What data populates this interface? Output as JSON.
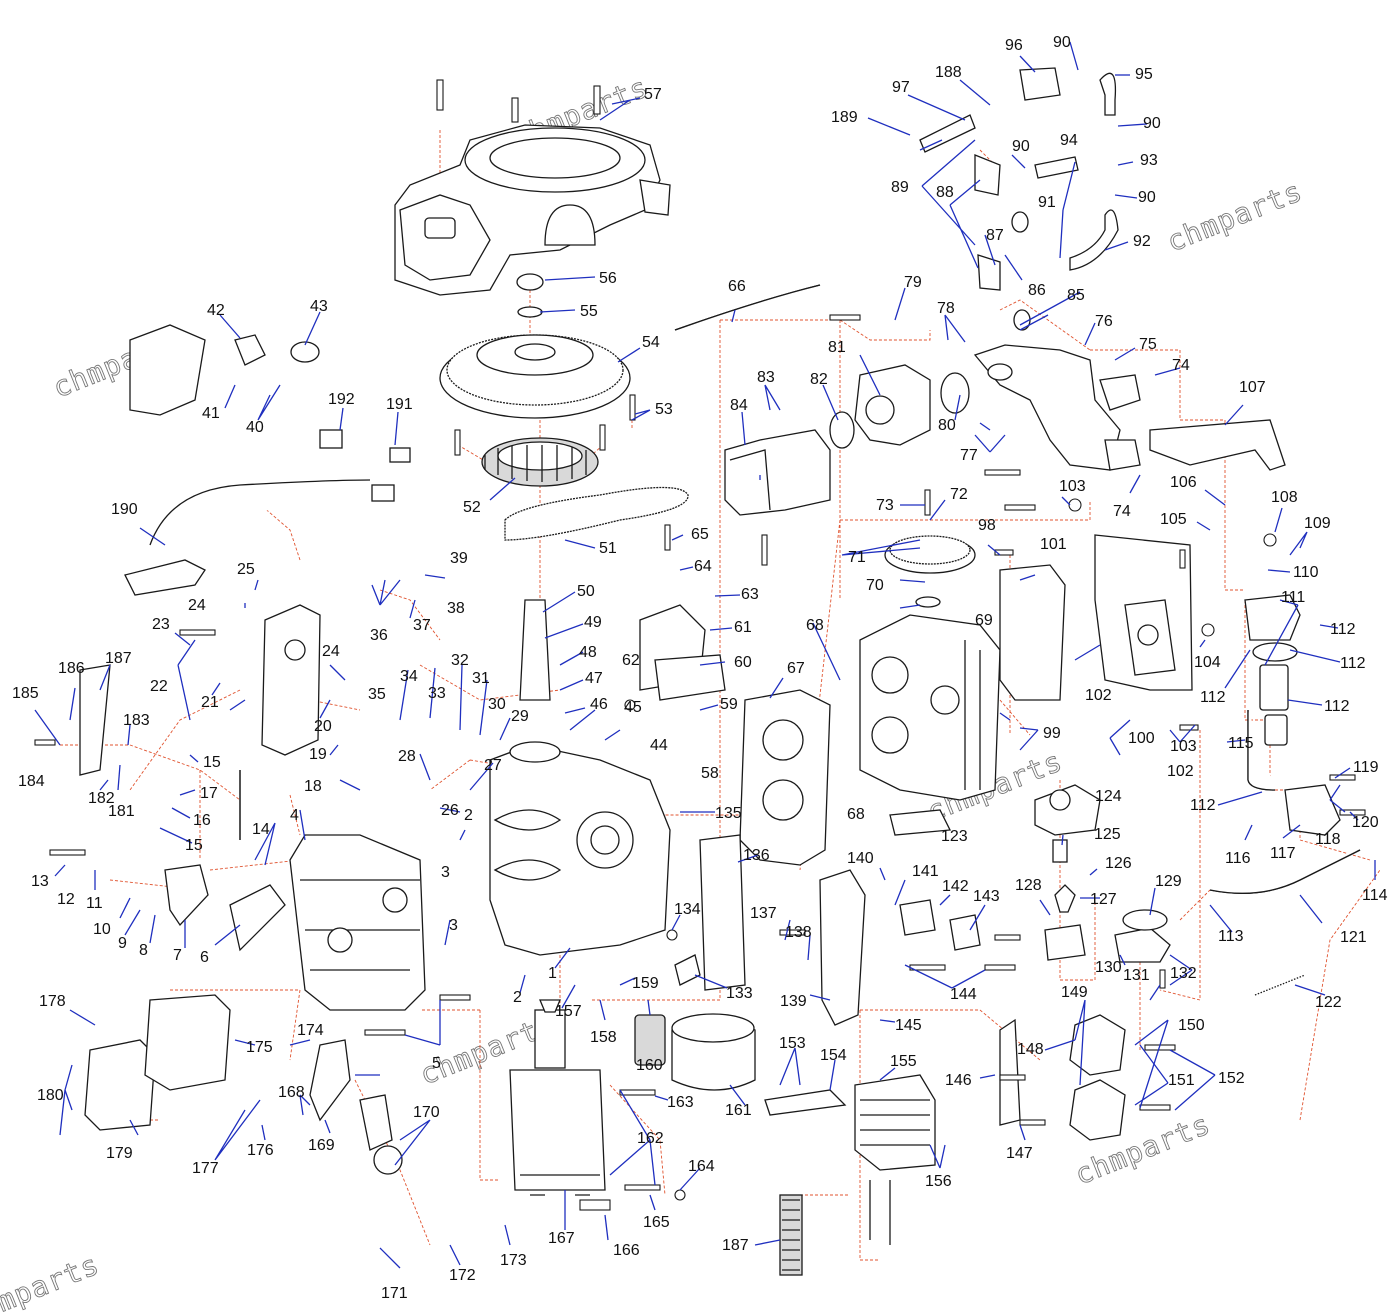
{
  "watermark": "chmparts",
  "watermarks": [
    "chmparts",
    "chmparts",
    "chmparts",
    "chmparts",
    "chmparts",
    "chmparts",
    "mparts"
  ],
  "colors": {
    "leader": "#1f2fbf",
    "assembly_dash": "#e0532f",
    "outline": "#1a1a1a",
    "watermark": "#777777"
  },
  "callouts": [
    "1",
    "2",
    "2",
    "3",
    "3",
    "4",
    "5",
    "6",
    "7",
    "8",
    "9",
    "10",
    "11",
    "12",
    "13",
    "14",
    "15",
    "15",
    "16",
    "17",
    "18",
    "19",
    "20",
    "21",
    "22",
    "23",
    "24",
    "24",
    "25",
    "26",
    "27",
    "28",
    "29",
    "30",
    "31",
    "32",
    "33",
    "34",
    "35",
    "36",
    "37",
    "38",
    "39",
    "40",
    "41",
    "42",
    "43",
    "44",
    "45",
    "46",
    "47",
    "48",
    "49",
    "50",
    "51",
    "52",
    "53",
    "54",
    "55",
    "56",
    "57",
    "58",
    "59",
    "60",
    "61",
    "62",
    "63",
    "64",
    "65",
    "66",
    "67",
    "68",
    "68",
    "69",
    "70",
    "71",
    "72",
    "73",
    "74",
    "74",
    "75",
    "76",
    "77",
    "78",
    "79",
    "80",
    "81",
    "82",
    "83",
    "84",
    "85",
    "86",
    "87",
    "88",
    "89",
    "90",
    "90",
    "90",
    "90",
    "91",
    "92",
    "93",
    "94",
    "95",
    "96",
    "97",
    "98",
    "99",
    "100",
    "101",
    "102",
    "102",
    "103",
    "103",
    "104",
    "105",
    "106",
    "107",
    "108",
    "109",
    "110",
    "111",
    "112",
    "112",
    "112",
    "112",
    "112",
    "113",
    "114",
    "115",
    "116",
    "117",
    "118",
    "119",
    "120",
    "121",
    "122",
    "123",
    "124",
    "125",
    "126",
    "127",
    "128",
    "129",
    "130",
    "131",
    "132",
    "133",
    "134",
    "135",
    "136",
    "137",
    "138",
    "139",
    "140",
    "141",
    "142",
    "143",
    "144",
    "145",
    "146",
    "147",
    "148",
    "149",
    "150",
    "151",
    "152",
    "153",
    "154",
    "155",
    "156",
    "157",
    "158",
    "159",
    "160",
    "161",
    "162",
    "163",
    "164",
    "165",
    "166",
    "167",
    "168",
    "169",
    "170",
    "171",
    "172",
    "173",
    "174",
    "175",
    "176",
    "177",
    "178",
    "179",
    "180",
    "181",
    "182",
    "183",
    "184",
    "185",
    "186",
    "187",
    "187",
    "188",
    "189",
    "190",
    "191",
    "192"
  ]
}
